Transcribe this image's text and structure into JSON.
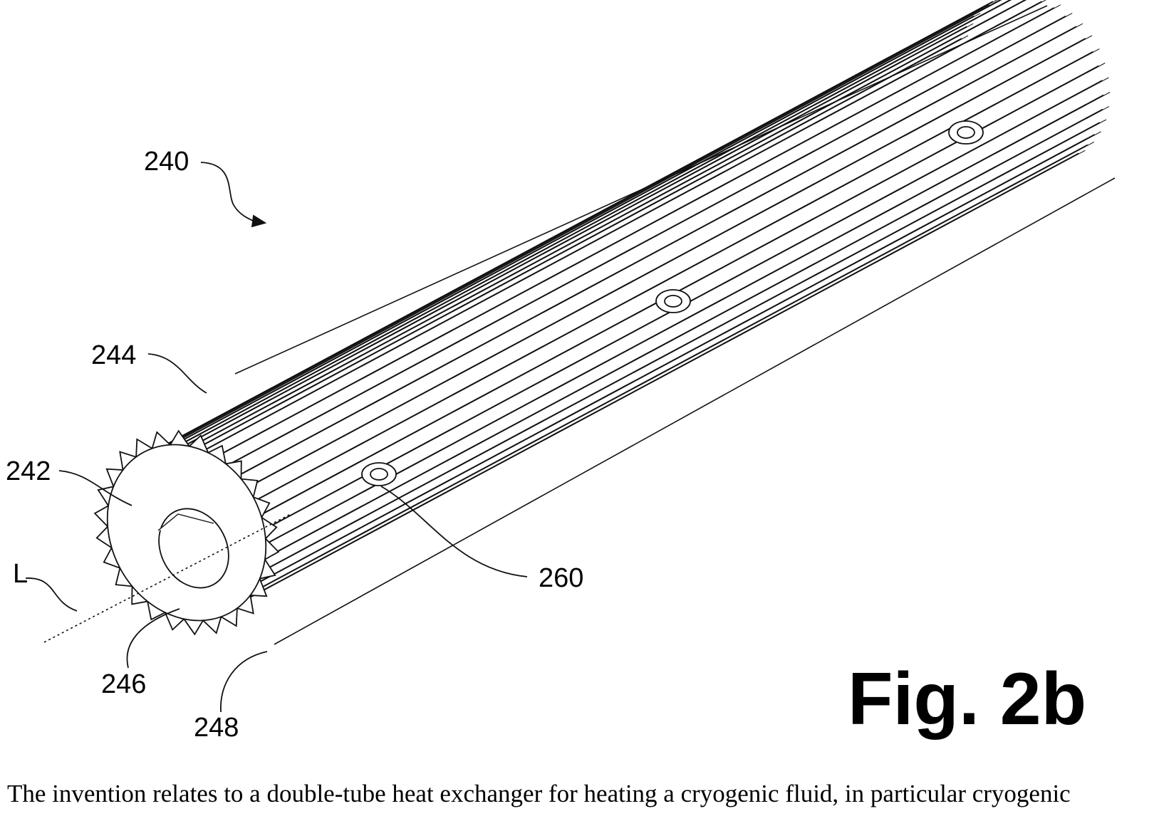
{
  "figure": {
    "title": "Fig. 2b",
    "reference_labels": {
      "assembly": "240",
      "fin": "244",
      "end_face": "242",
      "axis": "L",
      "inner_bore": "246",
      "outer_rim": "248",
      "connector": "260"
    }
  },
  "caption": {
    "line1": "The invention relates to a double-tube heat exchanger for heating a cryogenic fluid, in particular cryogenic"
  }
}
